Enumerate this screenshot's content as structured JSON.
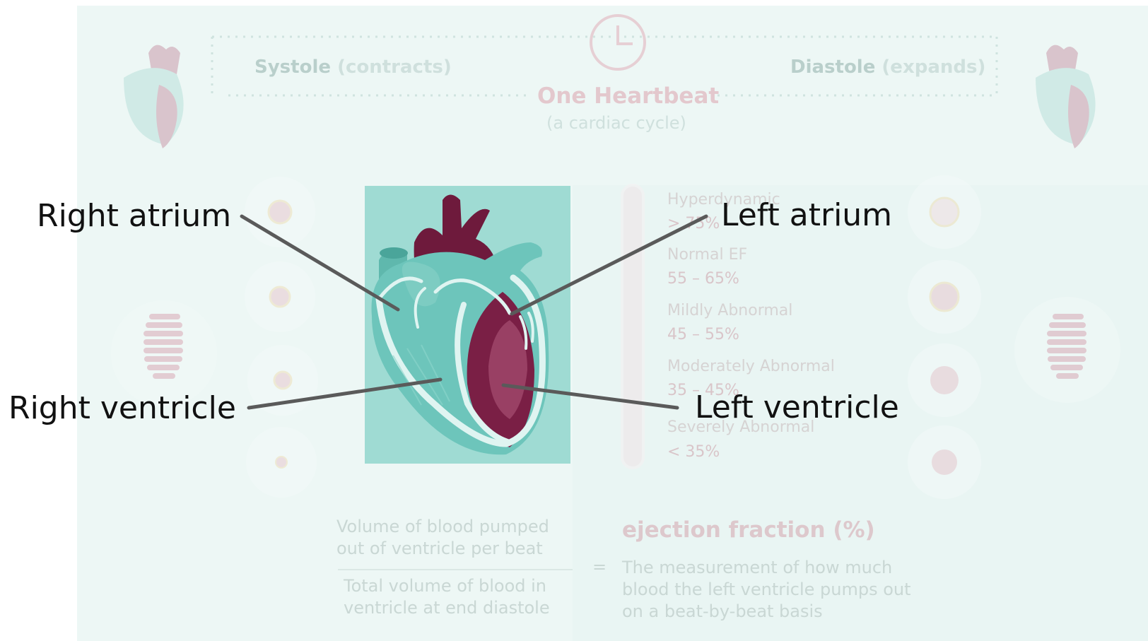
{
  "background": {
    "systole_title": "Systole",
    "systole_note": "(contracts)",
    "diastole_title": "Diastole",
    "diastole_note": "(expands)",
    "heartbeat_title": "One Heartbeat",
    "heartbeat_subtitle": "(a cardiac cycle)",
    "ef_levels": [
      {
        "label": "Hyperdynamic",
        "range": "> 75%"
      },
      {
        "label": "Normal EF",
        "range": "55 – 65%"
      },
      {
        "label": "Mildly Abnormal",
        "range": "45 – 55%"
      },
      {
        "label": "Moderately Abnormal",
        "range": "35 – 45%"
      },
      {
        "label": "Severely Abnormal",
        "range": "< 35%"
      }
    ],
    "numerator_text": "Volume of blood pumped out of ventricle per beat",
    "denominator_text": "Total volume of blood in ventricle at end diastole",
    "equals": "=",
    "ef_title": "ejection fraction (%)",
    "ef_description": "The measurement of how much blood the left ventricle pumps out on a beat-by-beat basis"
  },
  "labels": {
    "right_atrium": "Right atrium",
    "left_atrium": "Left atrium",
    "right_ventricle": "Right ventricle",
    "left_ventricle": "Left ventricle"
  },
  "colors": {
    "heart_dark": "#6e1a3c",
    "heart_light": "#6dc5bb",
    "image_bg": "#9fdbd3",
    "leader_line": "#5a5a5a",
    "faded_bg": "#edf7f5"
  }
}
